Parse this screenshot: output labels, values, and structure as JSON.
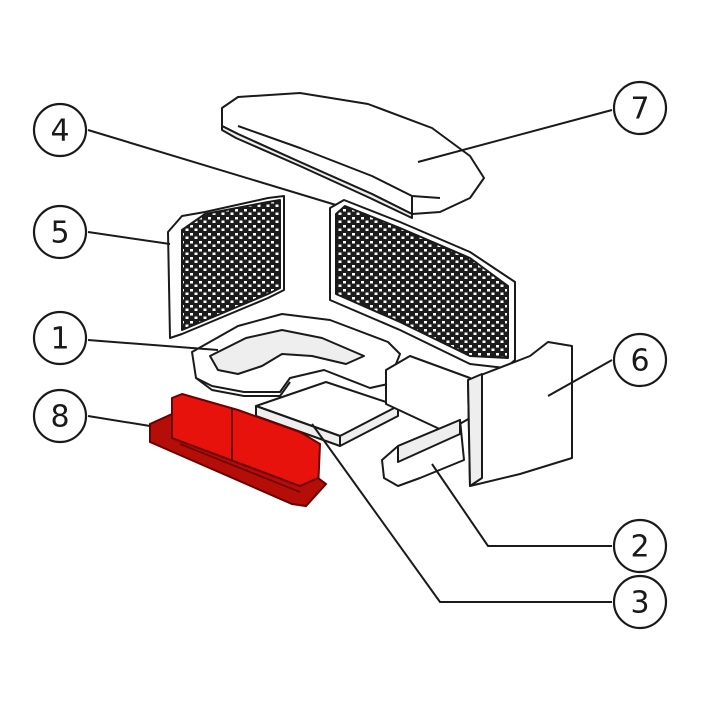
{
  "diagram": {
    "highlight_color": "#e8120c",
    "highlighted_part": "8",
    "callouts": [
      {
        "id": "7",
        "label": "7"
      },
      {
        "id": "4",
        "label": "4"
      },
      {
        "id": "5",
        "label": "5"
      },
      {
        "id": "1",
        "label": "1"
      },
      {
        "id": "6",
        "label": "6"
      },
      {
        "id": "8",
        "label": "8"
      },
      {
        "id": "2",
        "label": "2"
      },
      {
        "id": "3",
        "label": "3"
      }
    ]
  }
}
